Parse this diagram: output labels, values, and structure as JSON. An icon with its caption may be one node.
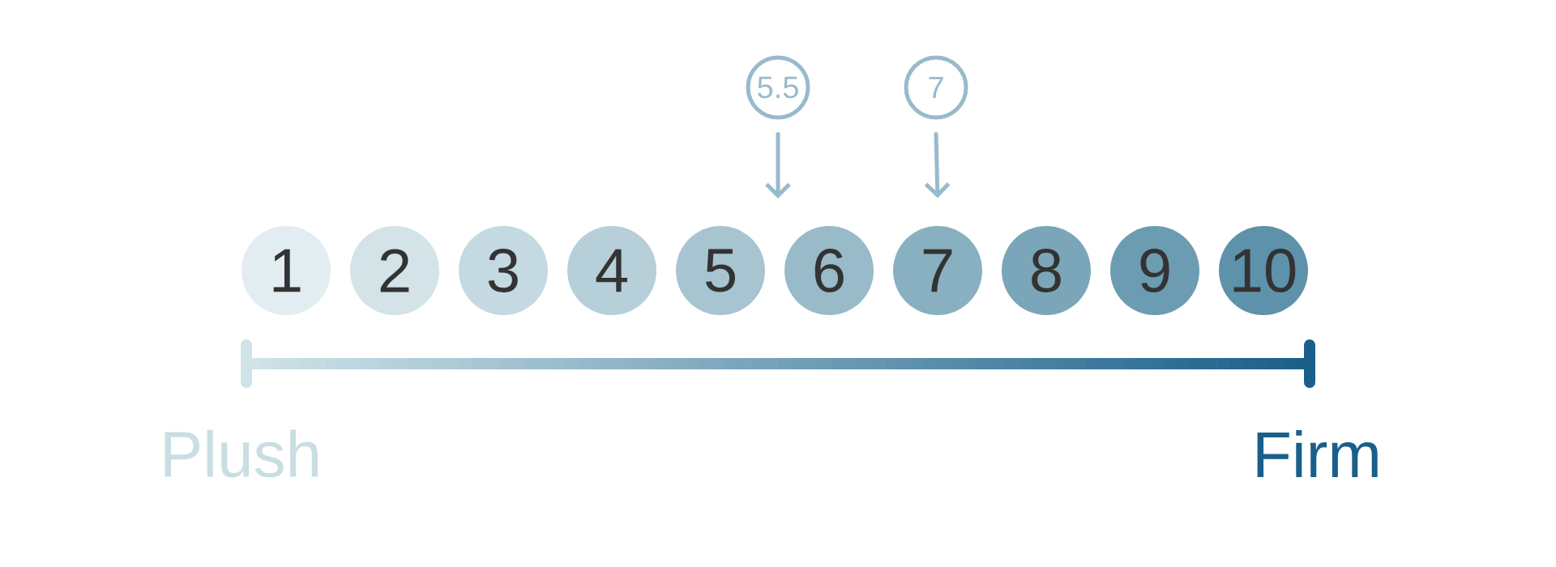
{
  "diagram": {
    "nodes": [
      {
        "text": [
          "1"
        ]
      },
      {
        "text": [
          "2"
        ]
      },
      {
        "text": [
          "3"
        ]
      },
      {
        "text": [
          "4"
        ]
      },
      {
        "text": [
          "5"
        ]
      },
      {
        "text": [
          "6"
        ]
      },
      {
        "text": [
          "7"
        ]
      },
      {
        "text": [
          "8"
        ]
      },
      {
        "text": [
          "9"
        ]
      },
      {
        "text": [
          "10"
        ]
      },
      {
        "text": [
          "5.5"
        ]
      },
      {
        "text": [
          "7"
        ]
      }
    ],
    "edges": [
      {
        "from": 10,
        "to": null,
        "arrow": "to"
      },
      {
        "from": 11,
        "to": 6,
        "arrow": "to"
      }
    ],
    "labels": [
      "Plush",
      "Firm"
    ]
  }
}
